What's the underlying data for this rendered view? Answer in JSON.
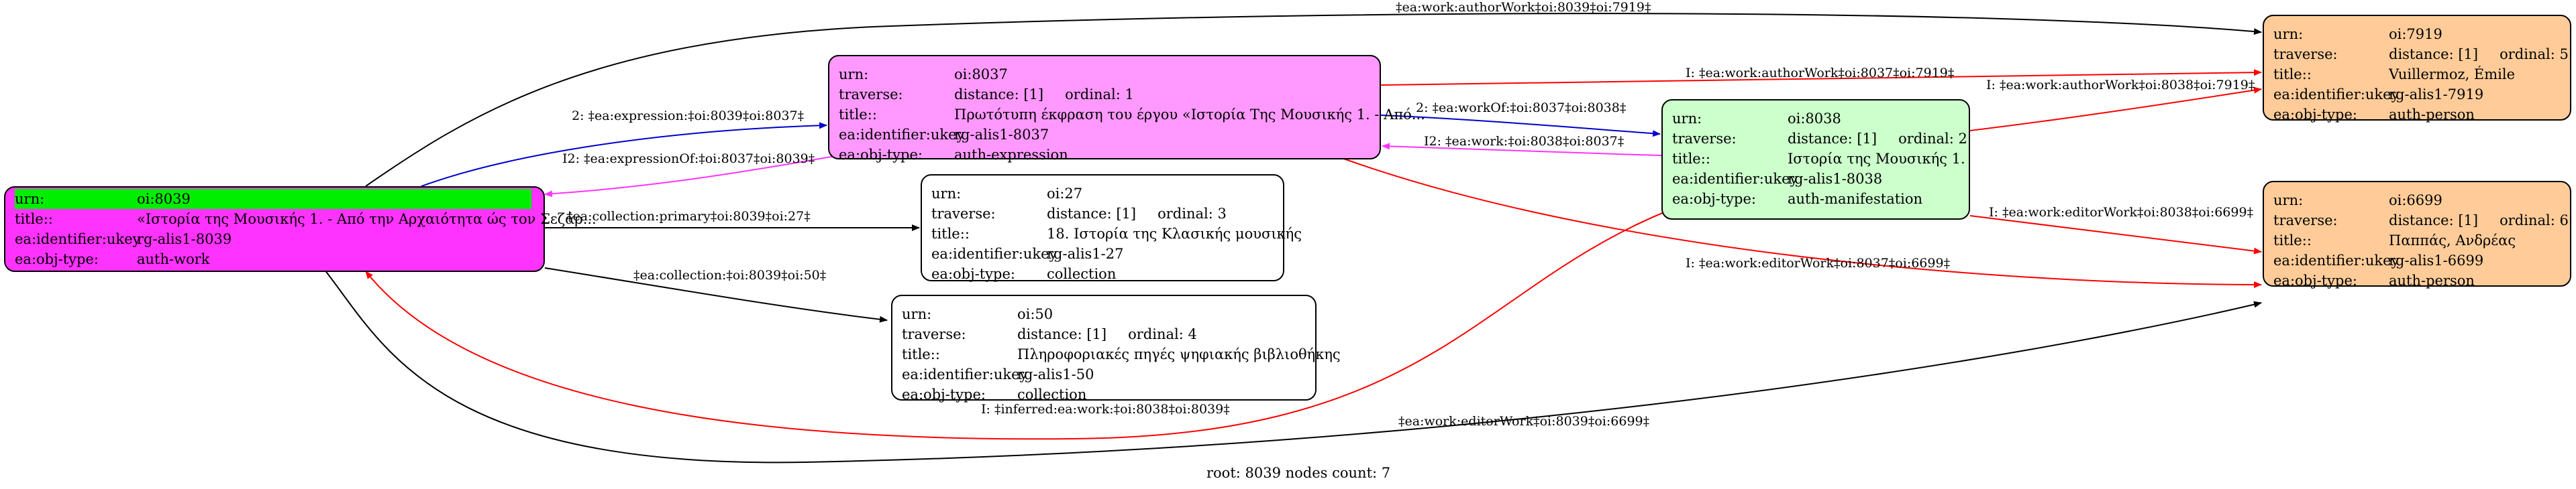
{
  "nodes": {
    "n8039": {
      "urn_label": "urn:",
      "urn": "oi:8039",
      "title_label": "title::",
      "title": "«Ιστορία της Μουσικής 1. - Από την Αρχαιότητα ώς τον Σεζάρ...",
      "ukey_label": "ea:identifier:ukey",
      "ukey": "rg-alis1-8039",
      "type_label": "ea:obj-type:",
      "type": "auth-work"
    },
    "n8037": {
      "urn_label": "urn:",
      "urn": "oi:8037",
      "traverse_label": "traverse:",
      "distance": "distance: [1]",
      "ordinal": "ordinal: 1",
      "title_label": "title::",
      "title": "Πρωτότυπη έκφραση του έργου «Ιστορία Της Μουσικής 1. - Από...",
      "ukey_label": "ea:identifier:ukey",
      "ukey": "rg-alis1-8037",
      "type_label": "ea:obj-type:",
      "type": "auth-expression"
    },
    "n8038": {
      "urn_label": "urn:",
      "urn": "oi:8038",
      "traverse_label": "traverse:",
      "distance": "distance: [1]",
      "ordinal": "ordinal: 2",
      "title_label": "title::",
      "title": "Ιστορία της Μουσικής 1.",
      "ukey_label": "ea:identifier:ukey",
      "ukey": "rg-alis1-8038",
      "type_label": "ea:obj-type:",
      "type": "auth-manifestation"
    },
    "n27": {
      "urn_label": "urn:",
      "urn": "oi:27",
      "traverse_label": "traverse:",
      "distance": "distance: [1]",
      "ordinal": "ordinal: 3",
      "title_label": "title::",
      "title": "18. Ιστορία της Κλασικής μουσικής",
      "ukey_label": "ea:identifier:ukey",
      "ukey": "rg-alis1-27",
      "type_label": "ea:obj-type:",
      "type": "collection"
    },
    "n50": {
      "urn_label": "urn:",
      "urn": "oi:50",
      "traverse_label": "traverse:",
      "distance": "distance: [1]",
      "ordinal": "ordinal: 4",
      "title_label": "title::",
      "title": "Πληροφοριακές πηγές ψηφιακής βιβλιοθήκης",
      "ukey_label": "ea:identifier:ukey",
      "ukey": "rg-alis1-50",
      "type_label": "ea:obj-type:",
      "type": "collection"
    },
    "n7919": {
      "urn_label": "urn:",
      "urn": "oi:7919",
      "traverse_label": "traverse:",
      "distance": "distance: [1]",
      "ordinal": "ordinal: 5",
      "title_label": "title::",
      "title": "Vuillermoz, Émile",
      "ukey_label": "ea:identifier:ukey",
      "ukey": "rg-alis1-7919",
      "type_label": "ea:obj-type:",
      "type": "auth-person"
    },
    "n6699": {
      "urn_label": "urn:",
      "urn": "oi:6699",
      "traverse_label": "traverse:",
      "distance": "distance: [1]",
      "ordinal": "ordinal: 6",
      "title_label": "title::",
      "title": "Παππάς, Ανδρέας",
      "ukey_label": "ea:identifier:ukey",
      "ukey": "rg-alis1-6699",
      "type_label": "ea:obj-type:",
      "type": "auth-person"
    }
  },
  "edges": {
    "author_work_8039_7919": "‡ea:work:authorWork‡oi:8039‡oi:7919‡",
    "expression_8039_8037": "2: ‡ea:expression:‡oi:8039‡oi:8037‡",
    "expression_of_8037_8039": "I2: ‡ea:expressionOf:‡oi:8037‡oi:8039‡",
    "collection_primary_8039_27": "‡ea:collection:primary‡oi:8039‡oi:27‡",
    "collection_8039_50": "‡ea:collection:‡oi:8039‡oi:50‡",
    "author_work_8037_7919": "I: ‡ea:work:authorWork‡oi:8037‡oi:7919‡",
    "work_of_8037_8038": "2: ‡ea:workOf:‡oi:8037‡oi:8038‡",
    "work_8038_8037": "I2: ‡ea:work:‡oi:8038‡oi:8037‡",
    "editor_work_8037_6699": "I: ‡ea:work:editorWork‡oi:8037‡oi:6699‡",
    "author_work_8038_7919": "I: ‡ea:work:authorWork‡oi:8038‡oi:7919‡",
    "editor_work_8038_6699": "I: ‡ea:work:editorWork‡oi:8038‡oi:6699‡",
    "inferred_work_8038_8039": "I: ‡inferred:ea:work:‡oi:8038‡oi:8039‡",
    "editor_work_8039_6699": "‡ea:work:editorWork‡oi:8039‡oi:6699‡"
  },
  "colors": {
    "n8039_fill": "#ff33ff",
    "n8037_fill": "#ff99ff",
    "n8038_fill": "#ccffcc",
    "person_fill": "#ffcc99",
    "collection_fill": "#ffffff",
    "highlight": "#00ee00",
    "edge_black": "#000000",
    "edge_blue": "#0000cc",
    "edge_magenta": "#ff33ff",
    "edge_red": "#ff0000"
  },
  "footer": "root: 8039 nodes count: 7"
}
